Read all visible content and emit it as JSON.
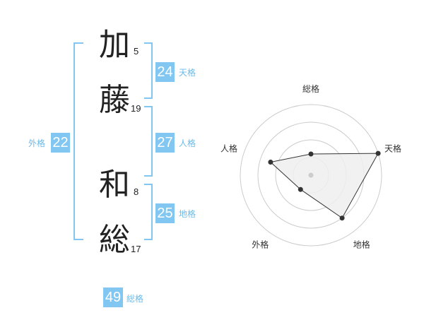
{
  "colors": {
    "accent": "#81c7f2",
    "accent_text": "#6bbbe9",
    "text": "#222222"
  },
  "name": {
    "chars": [
      {
        "char": "加",
        "strokes": "5"
      },
      {
        "char": "藤",
        "strokes": "19"
      },
      {
        "char": "和",
        "strokes": "8"
      },
      {
        "char": "総",
        "strokes": "17"
      }
    ]
  },
  "fortunes": {
    "tenkaku": {
      "value": "24",
      "label": "天格"
    },
    "jinkaku": {
      "value": "27",
      "label": "人格"
    },
    "chikaku": {
      "value": "25",
      "label": "地格"
    },
    "gaikaku": {
      "value": "22",
      "label": "外格"
    },
    "soukaku": {
      "value": "49",
      "label": "総格"
    }
  },
  "chart_data": {
    "type": "radar",
    "axes": [
      "総格",
      "天格",
      "地格",
      "外格",
      "人格"
    ],
    "values": [
      0.3,
      1.0,
      0.75,
      0.25,
      0.6
    ],
    "rings": 4,
    "grid": true
  }
}
